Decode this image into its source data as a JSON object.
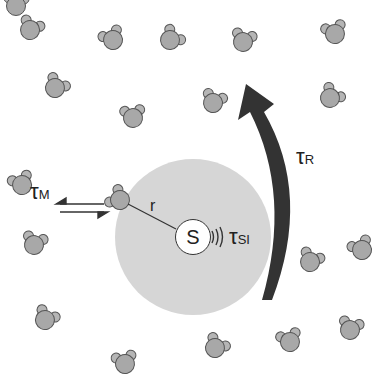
{
  "diagram": {
    "nodes": [
      {
        "text": [
          "S"
        ]
      }
    ],
    "labels": [
      "τM",
      "r",
      "τSI",
      "τR"
    ]
  }
}
